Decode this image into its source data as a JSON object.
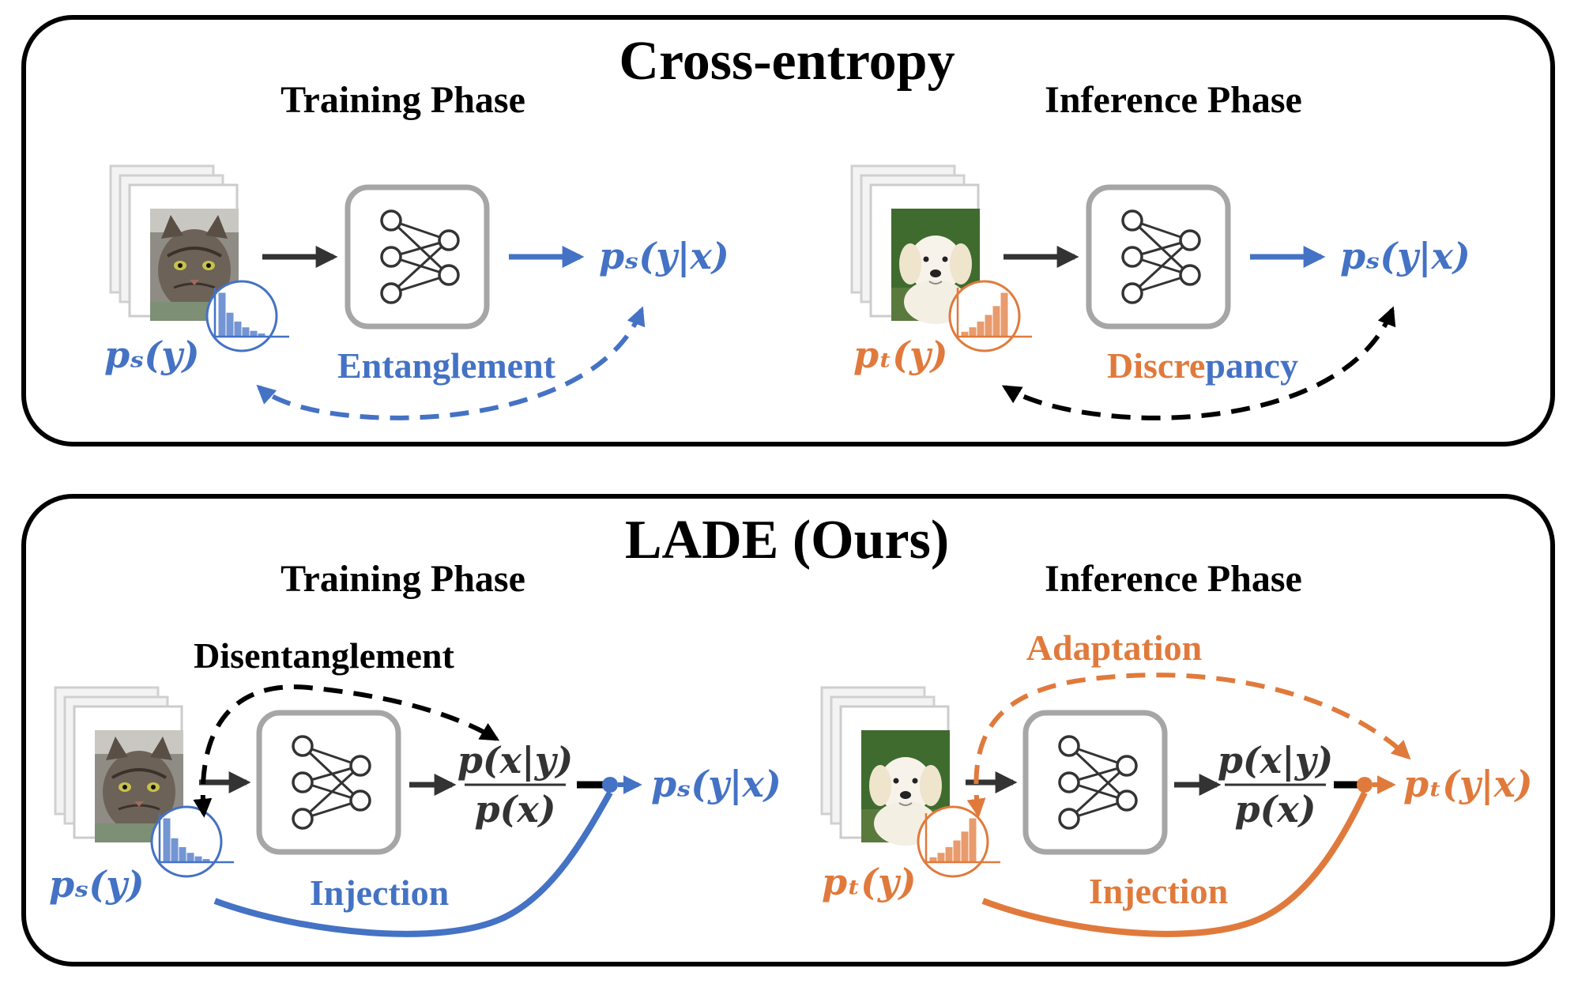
{
  "top_panel": {
    "title": "Cross-entropy",
    "training": {
      "phase": "Training Phase",
      "prior": "pₛ(y)",
      "output": "pₛ(y|x)",
      "relation": "Entanglement"
    },
    "inference": {
      "phase": "Inference Phase",
      "prior": "pₜ(y)",
      "output": "pₛ(y|x)",
      "relation_part1": "Discre",
      "relation_part2": "pancy"
    }
  },
  "bottom_panel": {
    "title": "LADE (Ours)",
    "training": {
      "phase": "Training Phase",
      "prior": "pₛ(y)",
      "ratio_num": "p(x|y)",
      "ratio_den": "p(x)",
      "output": "pₛ(y|x)",
      "top_label": "Disentanglement",
      "bottom_label": "Injection"
    },
    "inference": {
      "phase": "Inference Phase",
      "prior": "pₜ(y)",
      "ratio_num": "p(x|y)",
      "ratio_den": "p(x)",
      "output": "pₜ(y|x)",
      "top_label": "Adaptation",
      "bottom_label": "Injection"
    }
  },
  "colors": {
    "blue": "#4472C4",
    "orange": "#E07A3C",
    "dark": "#333333",
    "network_border": "#A6A6A6"
  },
  "histograms": {
    "source_long_tail": [
      1.0,
      0.55,
      0.35,
      0.22,
      0.14,
      0.08
    ],
    "target_reverse": [
      0.12,
      0.22,
      0.35,
      0.5,
      0.7,
      1.0
    ]
  },
  "icons": [
    "cat-photo-icon",
    "dog-photo-icon",
    "neural-network-icon",
    "histogram-icon"
  ]
}
